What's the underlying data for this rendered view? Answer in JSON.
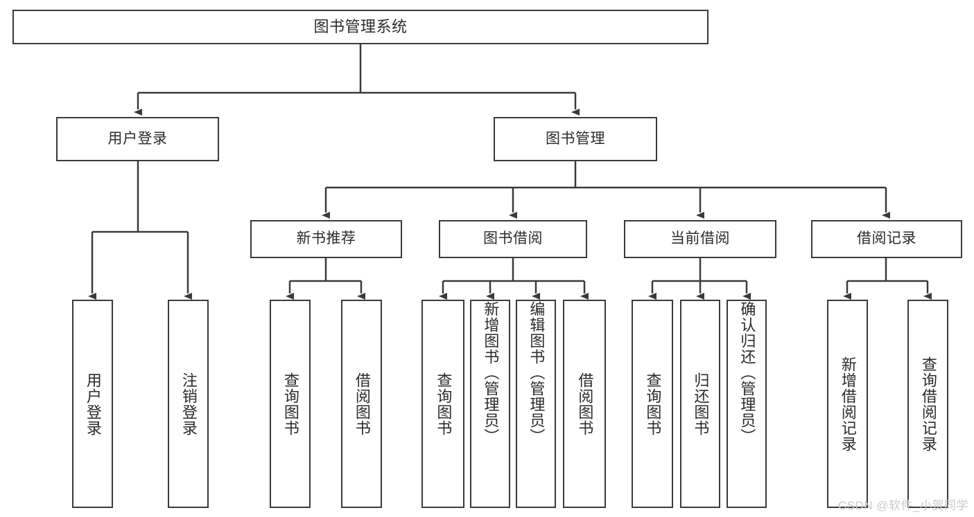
{
  "diagram": {
    "type": "tree-hierarchy-flowchart",
    "title": "图书管理系统",
    "watermark": "CSDN @软件_小贺同学",
    "colors": {
      "stroke": "#3a3a3a",
      "fill": "#ffffff",
      "text": "#2b2b2b",
      "watermark": "#c9c9c9"
    },
    "levels": {
      "root": {
        "label": "图书管理系统"
      },
      "level2": [
        {
          "id": "user-login",
          "label": "用户登录"
        },
        {
          "id": "book-manage",
          "label": "图书管理"
        }
      ],
      "level3": [
        {
          "id": "new-book-rec",
          "label": "新书推荐",
          "parent": "book-manage"
        },
        {
          "id": "book-borrow",
          "label": "图书借阅",
          "parent": "book-manage"
        },
        {
          "id": "current-borrow",
          "label": "当前借阅",
          "parent": "book-manage"
        },
        {
          "id": "borrow-record",
          "label": "借阅记录",
          "parent": "book-manage"
        }
      ],
      "leaves": [
        {
          "id": "leaf-user-login",
          "label": "用户登录",
          "parent": "user-login"
        },
        {
          "id": "leaf-user-logout",
          "label": "注销登录",
          "parent": "user-login"
        },
        {
          "id": "leaf-query-book-1",
          "label": "查询图书",
          "parent": "new-book-rec"
        },
        {
          "id": "leaf-borrow-book-1",
          "label": "借阅图书",
          "parent": "new-book-rec"
        },
        {
          "id": "leaf-query-book-2",
          "label": "查询图书",
          "parent": "book-borrow"
        },
        {
          "id": "leaf-add-book",
          "label": "新增图书（管理员）",
          "parent": "book-borrow"
        },
        {
          "id": "leaf-edit-book",
          "label": "编辑图书（管理员）",
          "parent": "book-borrow"
        },
        {
          "id": "leaf-borrow-book-2",
          "label": "借阅图书",
          "parent": "book-borrow"
        },
        {
          "id": "leaf-query-book-3",
          "label": "查询图书",
          "parent": "current-borrow"
        },
        {
          "id": "leaf-return-book",
          "label": "归还图书",
          "parent": "current-borrow"
        },
        {
          "id": "leaf-confirm-return",
          "label": "确认归还（管理员）",
          "parent": "current-borrow"
        },
        {
          "id": "leaf-add-record",
          "label": "新增借阅记录",
          "parent": "borrow-record"
        },
        {
          "id": "leaf-query-record",
          "label": "查询借阅记录",
          "parent": "borrow-record"
        }
      ]
    }
  }
}
